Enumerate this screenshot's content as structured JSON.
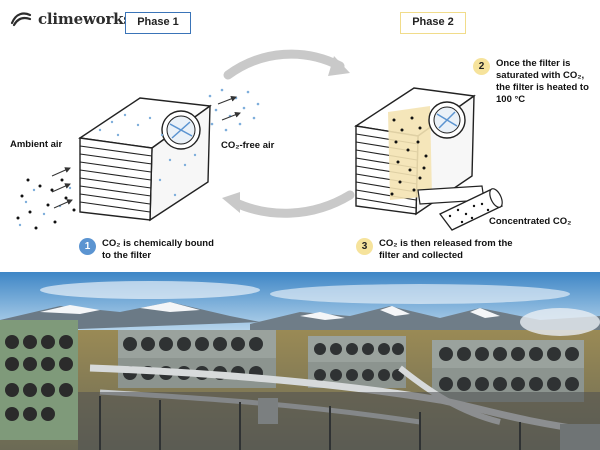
{
  "brand": {
    "name": "climeworks"
  },
  "phases": {
    "phase1": "Phase 1",
    "phase2": "Phase 2",
    "phase1_color": "#3a74b8",
    "phase2_color": "#f1dc8a"
  },
  "labels": {
    "ambient_air": "Ambient air",
    "co2_free_air": "CO₂-free air",
    "concentrated_co2": "Concentrated CO₂"
  },
  "steps": [
    {
      "num": "1",
      "text": "CO₂ is chemically bound to the filter",
      "color": "#5b94d1"
    },
    {
      "num": "2",
      "text": "Once the filter is saturated with CO₂, the filter is heated to 100 °C",
      "color": "#f6e39c"
    },
    {
      "num": "3",
      "text": "CO₂ is then released from the filter and collected",
      "color": "#f6e39c"
    }
  ],
  "photo": {
    "subject": "direct-air-capture-plant-photo"
  }
}
